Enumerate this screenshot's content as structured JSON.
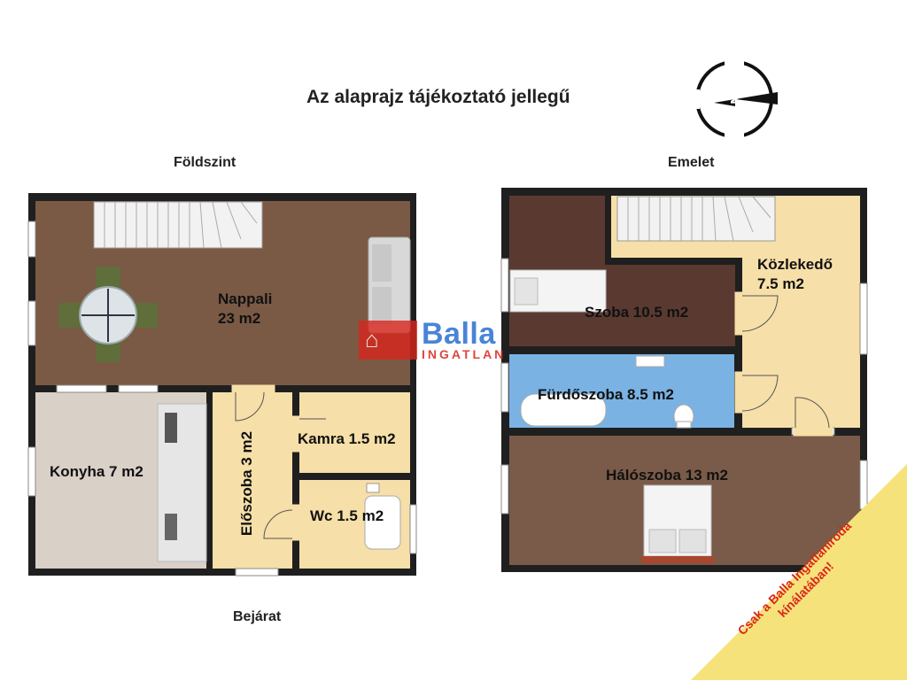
{
  "title": "Az alaprajz tájékoztató jellegű",
  "floors": {
    "ground": {
      "label": "Földszint",
      "entrance": "Bejárat",
      "rooms": {
        "nappali": {
          "name": "Nappali",
          "area": "23 m2"
        },
        "konyha": "Konyha 7 m2",
        "eloszoba": "Előszoba 3 m2",
        "kamra": "Kamra 1.5 m2",
        "wc": "Wc 1.5 m2"
      }
    },
    "upper": {
      "label": "Emelet",
      "rooms": {
        "kozlekedo": {
          "name": "Közlekedő",
          "area": "7.5 m2"
        },
        "szoba": "Szoba 10.5 m2",
        "furdoszoba": "Fürdőszoba 8.5 m2",
        "haloszoba": "Hálószoba 13 m2"
      }
    }
  },
  "watermark": {
    "logo_top": "Balla",
    "logo_bottom": "INGATLAN"
  },
  "ribbon": {
    "line1": "Csak a Balla Ingatlaniroda",
    "line2": "kínálatában!"
  },
  "colors": {
    "wall": "#1f1f1f",
    "living": "#7a5a45",
    "bedroom": "#7a5a48",
    "dark_room": "#5a3a30",
    "kitchen": "#d9d0c8",
    "hall": "#f6dfa8",
    "bath": "#7ab2e3",
    "ribbon": "#f6e27a",
    "logo_red": "#d9261c",
    "logo_blue": "#2a6fd1"
  }
}
